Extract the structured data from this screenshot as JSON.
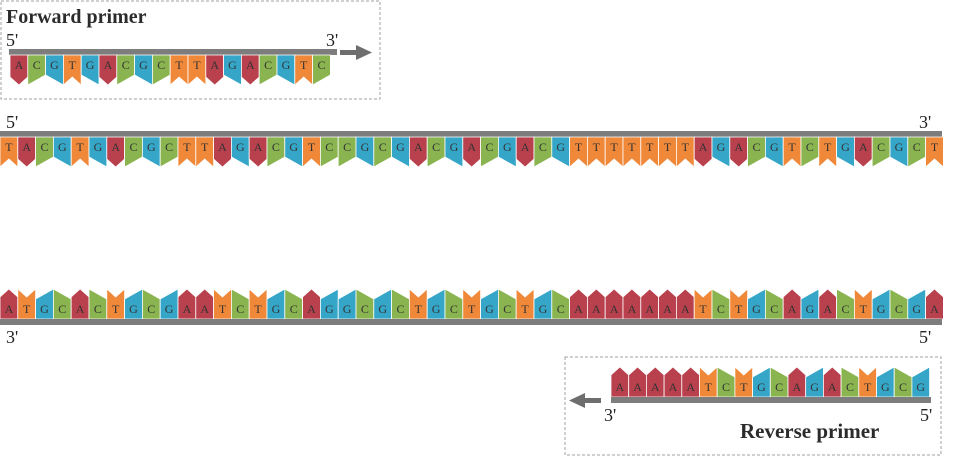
{
  "colors": {
    "A": "#b9404d",
    "T": "#f0883a",
    "G": "#35a6c8",
    "C": "#8ab44f",
    "backbone": "#7d7d7d",
    "arrow": "#6e6e6e",
    "box_border": "#a0a0a0"
  },
  "forward_primer": {
    "title": "Forward primer",
    "end5_label": "5'",
    "end3_label": "3'",
    "sequence": "ACGTGACGCTTAGACGTC"
  },
  "top_strand": {
    "end5_label": "5'",
    "end3_label": "3'",
    "sequence": "TACGTGACGCTTAGACGTCCGCGACGACGACGTTTTTTTAGACGTCTGACGCT"
  },
  "bottom_strand": {
    "end3_label": "3'",
    "end5_label": "5'",
    "sequence": "ATGCACTGCGAATCTGCAGGCGCTGCTGCTGCAAAAAAATCTGCAGACTGCGA"
  },
  "reverse_primer": {
    "title": "Reverse primer",
    "end3_label": "3'",
    "end5_label": "5'",
    "sequence": "AAAAATCTGCAGACTGCG"
  }
}
